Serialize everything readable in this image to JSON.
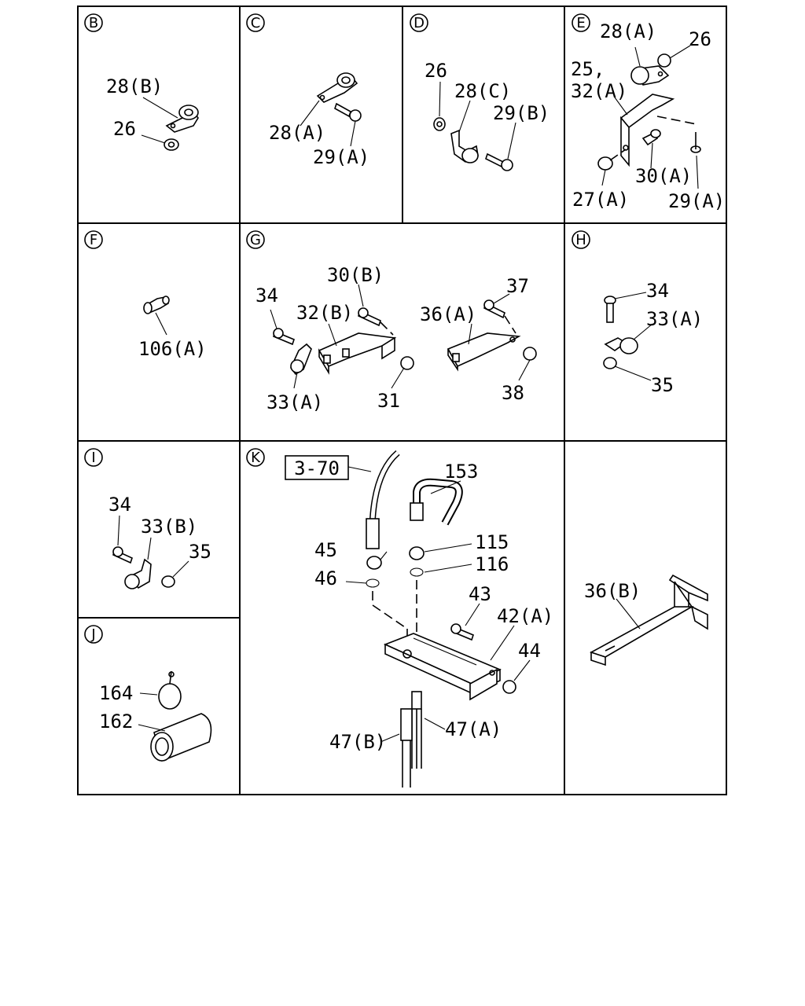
{
  "sections": {
    "B": {
      "letter": "B",
      "labels": [
        "28(B)",
        "26"
      ]
    },
    "C": {
      "letter": "C",
      "labels": [
        "28(A)",
        "29(A)"
      ]
    },
    "D": {
      "letter": "D",
      "labels": [
        "26",
        "28(C)",
        "29(B)"
      ]
    },
    "E": {
      "letter": "E",
      "labels": [
        "28(A)",
        "26",
        "25,",
        "32(A)",
        "30(A)",
        "27(A)",
        "29(A)"
      ]
    },
    "F": {
      "letter": "F",
      "labels": [
        "106(A)"
      ]
    },
    "G": {
      "letter": "G",
      "labels": [
        "30(B)",
        "34",
        "32(B)",
        "36(A)",
        "37",
        "33(A)",
        "31",
        "38"
      ]
    },
    "H": {
      "letter": "H",
      "labels": [
        "34",
        "33(A)",
        "35"
      ]
    },
    "I": {
      "letter": "I",
      "labels": [
        "34",
        "33(B)",
        "35"
      ]
    },
    "J": {
      "letter": "J",
      "labels": [
        "164",
        "162"
      ]
    },
    "K": {
      "letter": "K",
      "labels": [
        "3-70",
        "153",
        "45",
        "115",
        "46",
        "116",
        "43",
        "42(A)",
        "44",
        "47(A)",
        "47(B)"
      ]
    },
    "L": {
      "labels": [
        "36(B)"
      ]
    }
  }
}
